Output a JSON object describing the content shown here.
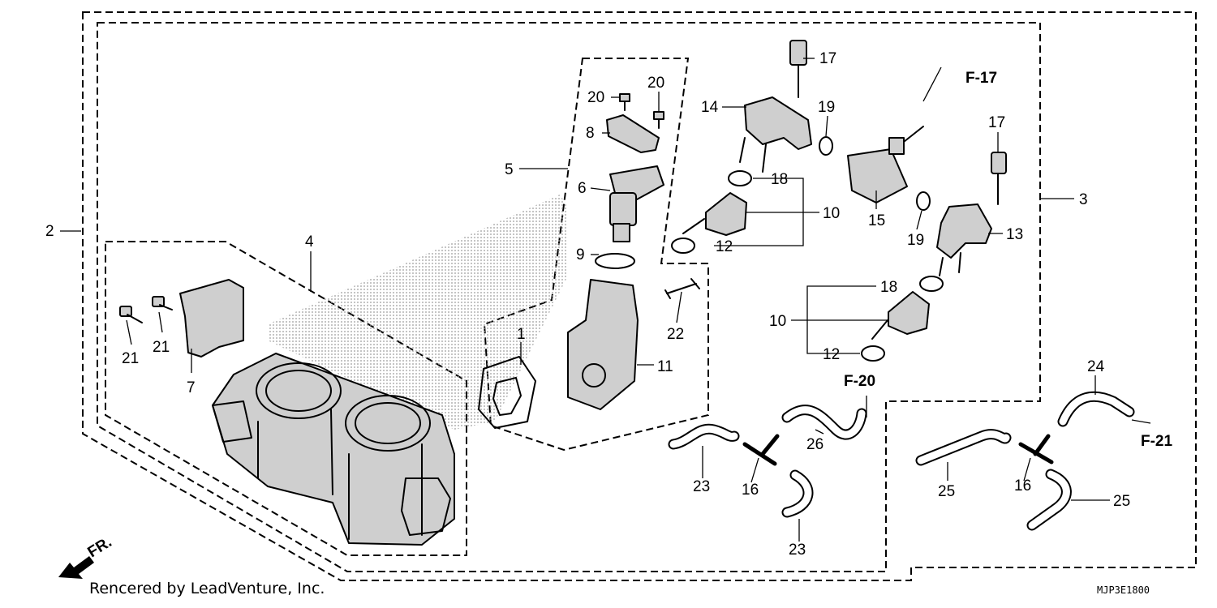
{
  "part_labels": {
    "p1": "1",
    "p2": "2",
    "p3": "3",
    "p4": "4",
    "p5": "5",
    "p6": "6",
    "p7": "7",
    "p8": "8",
    "p9": "9",
    "p10a": "10",
    "p10b": "10",
    "p11": "11",
    "p12a": "12",
    "p12b": "12",
    "p13": "13",
    "p14": "14",
    "p15": "15",
    "p16a": "16",
    "p16b": "16",
    "p17a": "17",
    "p17b": "17",
    "p18a": "18",
    "p18b": "18",
    "p19a": "19",
    "p19b": "19",
    "p20a": "20",
    "p20b": "20",
    "p21a": "21",
    "p21b": "21",
    "p22": "22",
    "p23a": "23",
    "p23b": "23",
    "p24": "24",
    "p25a": "25",
    "p25b": "25",
    "p26": "26"
  },
  "references": {
    "f17": "F-17",
    "f20": "F-20",
    "f21": "F-21"
  },
  "front_marker": "FR.",
  "credit": "Rencered by LeadVenture, Inc.",
  "diagram_code": "MJP3E1800",
  "colors": {
    "line": "#000000",
    "background": "#ffffff",
    "part_fill": "#cfcfcf"
  }
}
